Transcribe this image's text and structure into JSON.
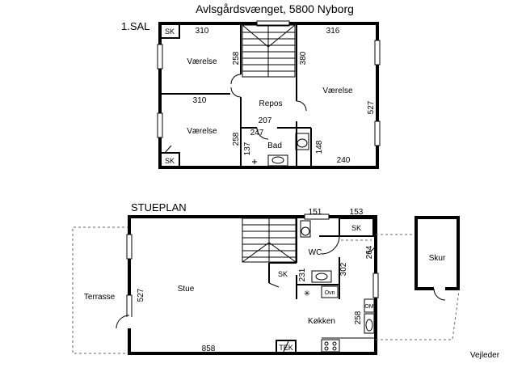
{
  "title": "Avlsgårdsvænget, 5800 Nyborg",
  "footer": "Vejleder",
  "upper_floor": {
    "label": "1.SAL",
    "rooms": {
      "vaerelse_top_left": "Værelse",
      "vaerelse_bottom_left": "Værelse",
      "vaerelse_right": "Værelse",
      "repos": "Repos",
      "bad": "Bad",
      "sk_top": "SK",
      "sk_bottom": "SK"
    },
    "dimensions": {
      "d310_top": "310",
      "d316": "316",
      "d258_top": "258",
      "d380": "380",
      "d310_mid": "310",
      "d527": "527",
      "d207": "207",
      "d247": "247",
      "d258_bottom": "258",
      "d137": "137",
      "d148": "148",
      "d240": "240"
    }
  },
  "ground_floor": {
    "label": "STUEPLAN",
    "rooms": {
      "terrasse": "Terrasse",
      "stue": "Stue",
      "wc": "WC",
      "sk_stair": "SK",
      "sk_right": "SK",
      "koekken": "Køkken",
      "tek": "TEK",
      "ovn": "Ovn",
      "om": "OM",
      "skur": "Skur"
    },
    "dimensions": {
      "d151": "151",
      "d153": "153",
      "d527": "527",
      "d264": "264",
      "d231": "231",
      "d302": "302",
      "d258": "258",
      "d858": "858"
    }
  }
}
